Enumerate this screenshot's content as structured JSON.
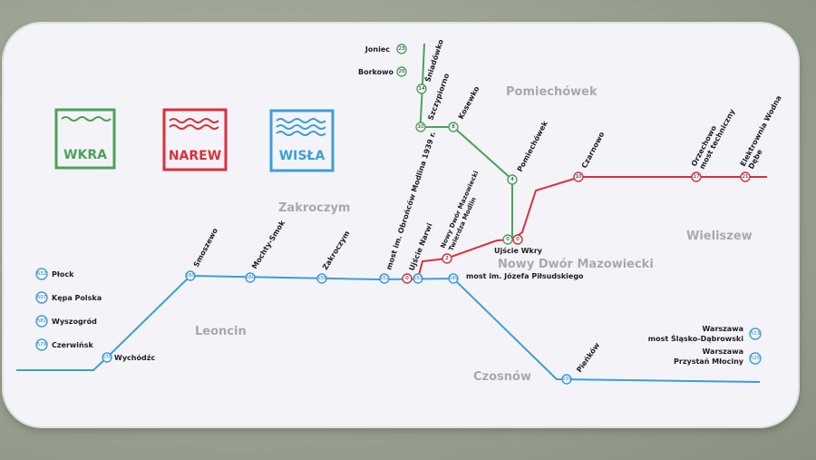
{
  "legend": [
    {
      "name": "WKRA",
      "color": "#4aa35a"
    },
    {
      "name": "NAREW",
      "color": "#dc2e3c"
    },
    {
      "name": "WISŁA",
      "color": "#3a9fd8"
    }
  ],
  "places": [
    "Pomiechówek",
    "Zakroczym",
    "Wieliszew",
    "Nowy Dwór Mazowiecki",
    "Leoncin",
    "Czosnów"
  ],
  "stations": {
    "joniec": {
      "label": "Joniec",
      "km": "23"
    },
    "borkowo": {
      "label": "Borkowo",
      "km": "20"
    },
    "sniadowko": {
      "label": "Śniadówko",
      "km": "14"
    },
    "szczypiorno": {
      "label": "Szczypiorno",
      "km": "10"
    },
    "kosewko": {
      "label": "Kosewko",
      "km": "8"
    },
    "pomiechowek": {
      "label": "Pomiechówek",
      "km": "4"
    },
    "wkra_mouth_km": "0",
    "narew_mouth_km": "0",
    "ujscie_wkry": {
      "label": "Ujście Wkry"
    },
    "czarnowo": {
      "label": "Czarnowo",
      "km": "10"
    },
    "orzechowo": {
      "line1": "Orzechowo",
      "line2": "most techniczny",
      "km": "17"
    },
    "elektrownia": {
      "line1": "Elektrownia Wodna",
      "line2": "Dębe",
      "km": "21"
    },
    "twierdza": {
      "line1": "Nowy Dwór Mazowiecki",
      "line2": "Twierdza Modlin",
      "km": "2"
    },
    "ujscie_narwi": {
      "label": "Ujście Narwi",
      "km": "551"
    },
    "most_modlina": {
      "label": "most im. Obrońców Modlina 1939 r.",
      "km": "552"
    },
    "zakroczym_stn": {
      "label": "Zakroczym",
      "km": "558"
    },
    "mochty": {
      "label": "Mochty-Smok",
      "km": "560"
    },
    "smoszewo": {
      "label": "Smoszewo",
      "km": "565"
    },
    "wychodzc": {
      "label": "Wychódźc",
      "km": "570"
    },
    "most_pilsudskiego": {
      "label": "most im. Józefa Piłsudskiego",
      "km": "549"
    },
    "plenkow": {
      "label": "Pieńków",
      "km": "539"
    }
  },
  "upstream": [
    {
      "label": "Płock",
      "km": "632"
    },
    {
      "label": "Kępa Polska",
      "km": "607"
    },
    {
      "label": "Wyszogród",
      "km": "581"
    },
    {
      "label": "Czerwińsk",
      "km": "579"
    }
  ],
  "downstream": [
    {
      "line1": "Warszawa",
      "line2": "most Śląsko-Dąbrowski",
      "km": "513"
    },
    {
      "line1": "Warszawa",
      "line2": "Przystań Młociny",
      "km": "525"
    }
  ]
}
